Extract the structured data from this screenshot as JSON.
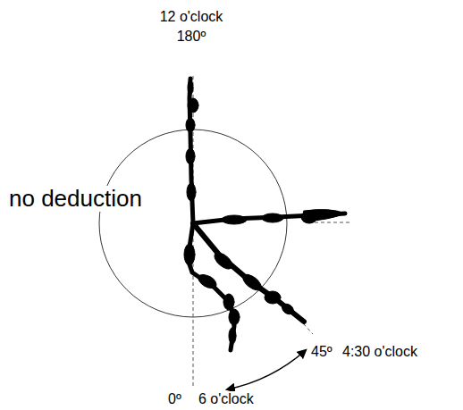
{
  "diagram": {
    "labels": [
      "12 o'clock",
      "180º",
      "no deduction",
      "45º",
      "4:30 o'clock",
      "0º",
      "6 o'clock"
    ]
  }
}
